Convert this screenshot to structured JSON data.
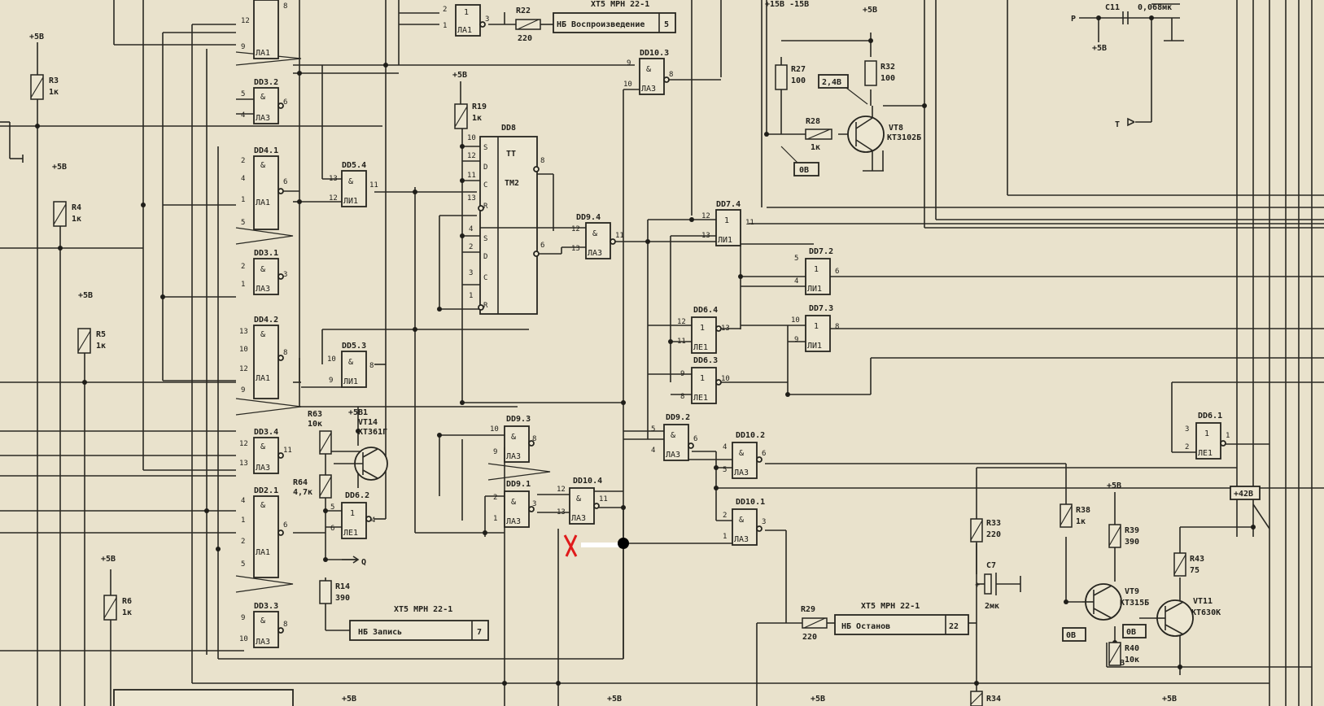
{
  "power": {
    "vcc": "+5В",
    "vcc_alt": "+5В",
    "v15": "+15В -15В",
    "v42": "+42В",
    "v58": "+5В1"
  },
  "resistors": [
    {
      "id": "r3",
      "ref": "R3",
      "val": "1к"
    },
    {
      "id": "r4",
      "ref": "R4",
      "val": "1к"
    },
    {
      "id": "r5",
      "ref": "R5",
      "val": "1к"
    },
    {
      "id": "r6",
      "ref": "R6",
      "val": "1к"
    },
    {
      "id": "r19",
      "ref": "R19",
      "val": "1к"
    },
    {
      "id": "r22",
      "ref": "R22",
      "val": "220"
    },
    {
      "id": "r27",
      "ref": "R27",
      "val": "100"
    },
    {
      "id": "r32",
      "ref": "R32",
      "val": "100"
    },
    {
      "id": "r28",
      "ref": "R28",
      "val": "1к"
    },
    {
      "id": "r63",
      "ref": "R63",
      "val": "10к"
    },
    {
      "id": "r64",
      "ref": "R64",
      "val": "4,7к"
    },
    {
      "id": "r14",
      "ref": "R14",
      "val": "390"
    },
    {
      "id": "r29",
      "ref": "R29",
      "val": "220"
    },
    {
      "id": "r33",
      "ref": "R33",
      "val": "220"
    },
    {
      "id": "r38",
      "ref": "R38",
      "val": "1к"
    },
    {
      "id": "r39",
      "ref": "R39",
      "val": "390"
    },
    {
      "id": "r43",
      "ref": "R43",
      "val": "75"
    },
    {
      "id": "r40",
      "ref": "R40",
      "val": "10к"
    },
    {
      "id": "r34",
      "ref": "R34",
      "val": ""
    }
  ],
  "capacitors": [
    {
      "id": "c7",
      "ref": "C7",
      "val": "2мк"
    },
    {
      "id": "c11",
      "ref": "С11",
      "val": "0,068мк"
    }
  ],
  "transistors": [
    {
      "id": "vt8",
      "ref": "VT8",
      "type": "КТ3102Б"
    },
    {
      "id": "vt14",
      "ref": "VT14",
      "type": "КТ361Г"
    },
    {
      "id": "vt9",
      "ref": "VT9",
      "type": "КТ315Б"
    },
    {
      "id": "vt11",
      "ref": "VT11",
      "type": "КТ630К"
    }
  ],
  "gates": [
    {
      "id": "dd3_2",
      "ref": "DD3.2",
      "sym": "&",
      "chip": "ЛА3",
      "in": [
        "5",
        "4"
      ],
      "out": "6"
    },
    {
      "id": "dd4_1",
      "ref": "DD4.1",
      "sym": "&",
      "chip": "ЛА1",
      "in": [
        "2",
        "4",
        "1",
        "5"
      ],
      "out": "6"
    },
    {
      "id": "dd3_1",
      "ref": "DD3.1",
      "sym": "&",
      "chip": "ЛА3",
      "in": [
        "2",
        "1"
      ],
      "out": "3"
    },
    {
      "id": "dd4_2",
      "ref": "DD4.2",
      "sym": "&",
      "chip": "ЛА1",
      "in": [
        "13",
        "10",
        "12",
        "9"
      ],
      "out": "8"
    },
    {
      "id": "dd3_4",
      "ref": "DD3.4",
      "sym": "&",
      "chip": "ЛА3",
      "in": [
        "12",
        "13"
      ],
      "out": "11"
    },
    {
      "id": "dd2_1",
      "ref": "DD2.1",
      "sym": "&",
      "chip": "ЛА1",
      "in": [
        "4",
        "1",
        "2",
        "5"
      ],
      "out": "6"
    },
    {
      "id": "dd3_3",
      "ref": "DD3.3",
      "sym": "&",
      "chip": "ЛА3",
      "in": [
        "9",
        "10"
      ],
      "out": "8"
    },
    {
      "id": "dd5_4",
      "ref": "DD5.4",
      "sym": "&",
      "chip": "ЛИ1",
      "in": [
        "13",
        "12"
      ],
      "out": "11"
    },
    {
      "id": "dd5_3",
      "ref": "DD5.3",
      "sym": "&",
      "chip": "ЛИ1",
      "in": [
        "10",
        "9"
      ],
      "out": "8"
    },
    {
      "id": "dd6_2",
      "ref": "DD6.2",
      "sym": "1",
      "chip": "ЛЕ1",
      "in": [
        "5",
        "6"
      ],
      "out": "4"
    },
    {
      "id": "dd10_5",
      "ref": "DD10.3",
      "sym": "&",
      "chip": "ЛА3",
      "in": [
        "9",
        "10"
      ],
      "out": "8"
    },
    {
      "id": "dd9_4",
      "ref": "DD9.4",
      "sym": "&",
      "chip": "ЛА3",
      "in": [
        "12",
        "13"
      ],
      "out": "11"
    },
    {
      "id": "dd7_4",
      "ref": "DD7.4",
      "sym": "1",
      "chip": "ЛИ1",
      "in": [
        "12",
        "13"
      ],
      "out": "11"
    },
    {
      "id": "dd7_2",
      "ref": "DD7.2",
      "sym": "1",
      "chip": "ЛИ1",
      "in": [
        "5",
        "4"
      ],
      "out": "6"
    },
    {
      "id": "dd7_3",
      "ref": "DD7.3",
      "sym": "1",
      "chip": "ЛИ1",
      "in": [
        "10",
        "9"
      ],
      "out": "8"
    },
    {
      "id": "dd6_4",
      "ref": "DD6.4",
      "sym": "1",
      "chip": "ЛЕ1",
      "in": [
        "12",
        "11"
      ],
      "out": "13"
    },
    {
      "id": "dd6_3",
      "ref": "DD6.3",
      "sym": "1",
      "chip": "ЛЕ1",
      "in": [
        "9",
        "8"
      ],
      "out": "10"
    },
    {
      "id": "dd9_3",
      "ref": "DD9.3",
      "sym": "&",
      "chip": "ЛА3",
      "in": [
        "10",
        "9"
      ],
      "out": "8"
    },
    {
      "id": "dd9_1",
      "ref": "DD9.1",
      "sym": "&",
      "chip": "ЛА3",
      "in": [
        "2",
        "1"
      ],
      "out": "3"
    },
    {
      "id": "dd10_4",
      "ref": "DD10.4",
      "sym": "&",
      "chip": "ЛА3",
      "in": [
        "12",
        "13"
      ],
      "out": "11"
    },
    {
      "id": "dd9_2",
      "ref": "DD9.2",
      "sym": "&",
      "chip": "ЛА3",
      "in": [
        "5",
        "4"
      ],
      "out": "6"
    },
    {
      "id": "dd10_2",
      "ref": "DD10.2",
      "sym": "&",
      "chip": "ЛА3",
      "in": [
        "4",
        "5"
      ],
      "out": "6"
    },
    {
      "id": "dd10_1",
      "ref": "DD10.1",
      "sym": "&",
      "chip": "ЛА3",
      "in": [
        "2",
        "1"
      ],
      "out": "3"
    },
    {
      "id": "dd6_1",
      "ref": "DD6.1",
      "sym": "1",
      "chip": "ЛЕ1",
      "in": [
        "3",
        "2"
      ],
      "out": "1"
    },
    {
      "id": "dd1_1",
      "ref": "",
      "sym": "1",
      "chip": "ЛА1",
      "in": [
        "2",
        "1"
      ],
      "out": "3"
    }
  ],
  "flipflop": {
    "ref": "DD8",
    "sym": "TT",
    "type": "ТМ2",
    "pins_left": [
      "10",
      "12",
      "11",
      "13",
      "4",
      "2",
      "3",
      "1"
    ],
    "labels_left": [
      "S",
      "D",
      "C",
      "R",
      "S",
      "D",
      "C",
      "R"
    ],
    "out_top": "8",
    "out_bottom": "6"
  },
  "connectors": [
    {
      "id": "xt5_play",
      "header": "ХТ5 МРН 22-1",
      "label": "НБ Воспроизведение",
      "pin": "5"
    },
    {
      "id": "xt5_rec",
      "header": "ХТ5 МРН 22-1",
      "label": "НБ Запись",
      "pin": "7"
    },
    {
      "id": "xt5_stop",
      "header": "ХТ5 МРН 22-1",
      "label": "НБ Останов",
      "pin": "22"
    }
  ],
  "test_points": [
    "0В",
    "2,4В",
    "0В",
    "0В"
  ],
  "signals": {
    "p": "P",
    "t": "T",
    "q": "Q"
  }
}
